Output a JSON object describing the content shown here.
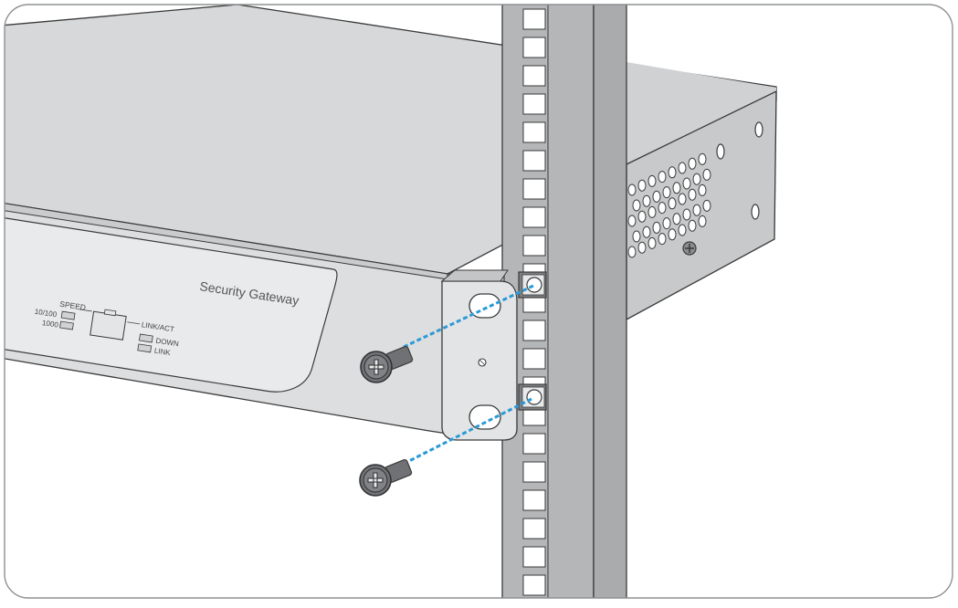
{
  "device": {
    "product_name": "Security Gateway",
    "port_labels": {
      "speed": "SPEED",
      "speed_10_100": "10/100",
      "speed_1000": "1000",
      "link_act": "LINK/ACT",
      "down": "DOWN",
      "link": "LINK"
    }
  },
  "colors": {
    "chassis_top": "#d6d8da",
    "chassis_front": "#dcdedf",
    "chassis_side": "#c7c9cb",
    "rack_rail": "#b4b6b8",
    "outline": "#3a3a3a",
    "guide_line": "#2a9ad6",
    "screw": "#6f7174"
  },
  "icons": {
    "screw_upper": "phillips-screw-icon",
    "screw_lower": "phillips-screw-icon",
    "cage_nut": "cage-nut-icon",
    "rj45_port": "ethernet-port-icon"
  }
}
